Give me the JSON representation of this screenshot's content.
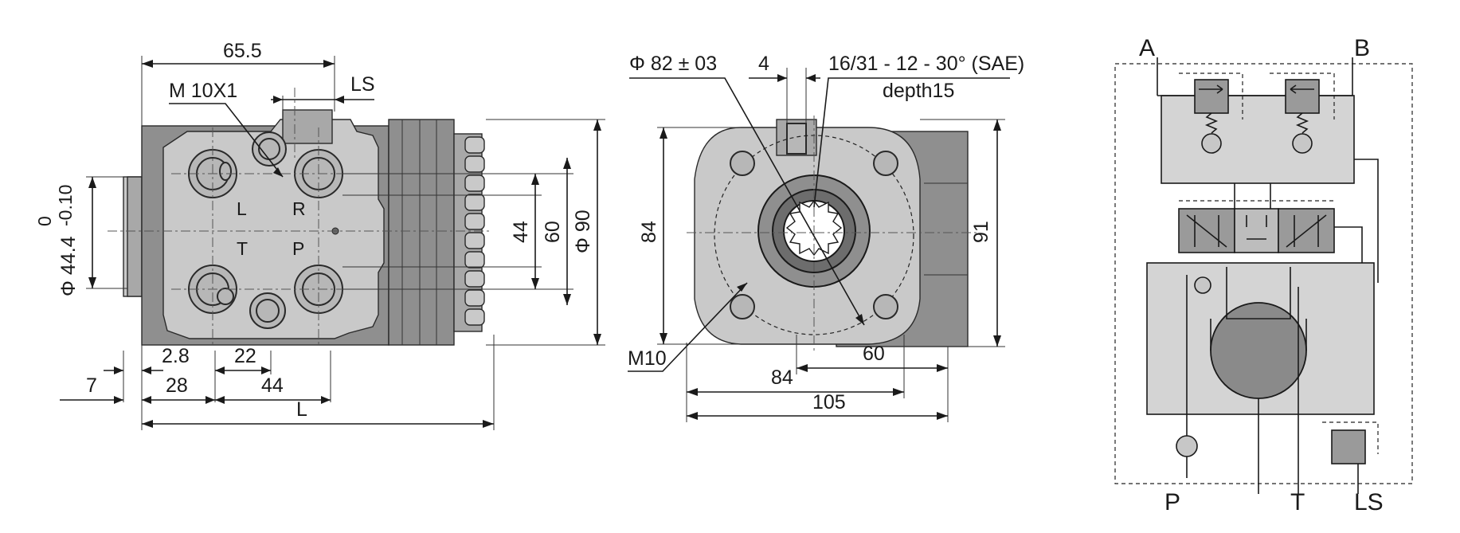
{
  "side_view": {
    "dim_top_width": "65.5",
    "thread": "M 10X1",
    "ls_label": "LS",
    "port_L": "L",
    "port_R": "R",
    "port_T": "T",
    "port_P": "P",
    "dim_pilot_dia": "Φ 44.4",
    "dim_pilot_tol_upper": "0",
    "dim_pilot_tol_lower": "-0.10",
    "dim_44_vert": "44",
    "dim_60_vert": "60",
    "dim_phi90": "Φ 90",
    "dim_2_8": "2.8",
    "dim_22": "22",
    "dim_7": "7",
    "dim_28": "28",
    "dim_44_horiz": "44",
    "dim_L": "L"
  },
  "front_view": {
    "dim_phi82": "Φ 82 ± 03",
    "dim_4": "4",
    "spline_spec": "16/31 - 12 - 30° (SAE)",
    "depth": "depth15",
    "dim_84_vert": "84",
    "dim_91": "91",
    "bolt_thread": "M10",
    "dim_60": "60",
    "dim_84_horiz": "84",
    "dim_105": "105"
  },
  "schematic": {
    "port_A": "A",
    "port_B": "B",
    "port_P": "P",
    "port_T": "T",
    "port_LS": "LS"
  },
  "colors": {
    "body_dark": "#8f8f8f",
    "body_light": "#c9c9c9",
    "line": "#1a1a1a"
  }
}
